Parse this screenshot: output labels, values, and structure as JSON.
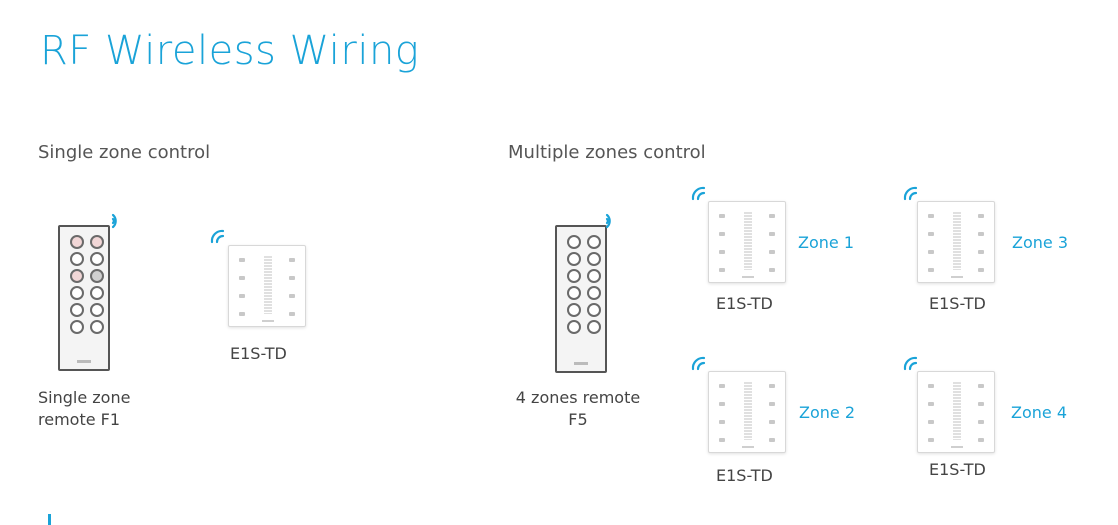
{
  "page": {
    "title": "RF Wireless Wiring",
    "accent_color": "#1aa3d8"
  },
  "single": {
    "heading": "Single zone control",
    "remote_caption_line1": "Single zone",
    "remote_caption_line2": "remote F1",
    "panel_label": "E1S-TD"
  },
  "multiple": {
    "heading": "Multiple zones control",
    "remote_caption_line1": "4 zones remote",
    "remote_caption_line2": "F5",
    "zones": [
      {
        "zone_label": "Zone 1",
        "panel_label": "E1S-TD"
      },
      {
        "zone_label": "Zone 3",
        "panel_label": "E1S-TD"
      },
      {
        "zone_label": "Zone 2",
        "panel_label": "E1S-TD"
      },
      {
        "zone_label": "Zone 4",
        "panel_label": "E1S-TD"
      }
    ]
  },
  "icons": {
    "signal": "wifi-signal-icon",
    "remote": "remote-control-icon",
    "panel": "wall-panel-icon"
  }
}
